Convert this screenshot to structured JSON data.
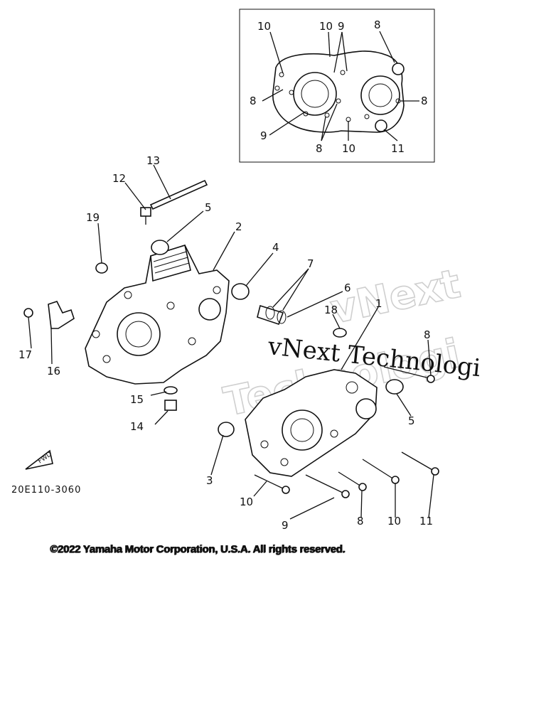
{
  "callouts": {
    "inset": [
      {
        "id": "i10a",
        "text": "10"
      },
      {
        "id": "i10b",
        "text": "10"
      },
      {
        "id": "i9a",
        "text": "9"
      },
      {
        "id": "i8a",
        "text": "8"
      },
      {
        "id": "i8b",
        "text": "8"
      },
      {
        "id": "i8c",
        "text": "8"
      },
      {
        "id": "i9b",
        "text": "9"
      },
      {
        "id": "i8d",
        "text": "8"
      },
      {
        "id": "i10c",
        "text": "10"
      },
      {
        "id": "i11",
        "text": "11"
      }
    ],
    "main": [
      {
        "id": "m13",
        "text": "13"
      },
      {
        "id": "m12",
        "text": "12"
      },
      {
        "id": "m5a",
        "text": "5"
      },
      {
        "id": "m19",
        "text": "19"
      },
      {
        "id": "m2",
        "text": "2"
      },
      {
        "id": "m4",
        "text": "4"
      },
      {
        "id": "m7",
        "text": "7"
      },
      {
        "id": "m6",
        "text": "6"
      },
      {
        "id": "m18",
        "text": "18"
      },
      {
        "id": "m1",
        "text": "1"
      },
      {
        "id": "m8a",
        "text": "8"
      },
      {
        "id": "m17",
        "text": "17"
      },
      {
        "id": "m16",
        "text": "16"
      },
      {
        "id": "m15",
        "text": "15"
      },
      {
        "id": "m14",
        "text": "14"
      },
      {
        "id": "m5b",
        "text": "5"
      },
      {
        "id": "m3",
        "text": "3"
      },
      {
        "id": "m10a",
        "text": "10"
      },
      {
        "id": "m9",
        "text": "9"
      },
      {
        "id": "m8b",
        "text": "8"
      },
      {
        "id": "m10b",
        "text": "10"
      },
      {
        "id": "m11",
        "text": "11"
      }
    ]
  },
  "fwd_mark": "FWD",
  "ref_code": "20E110-3060",
  "watermark": {
    "line1": "vNext Technologi",
    "line2": "vNext",
    "line3": "Technologi"
  },
  "copyright": "©2022 Yamaha Motor Corporation, U.S.A. All rights reserved."
}
